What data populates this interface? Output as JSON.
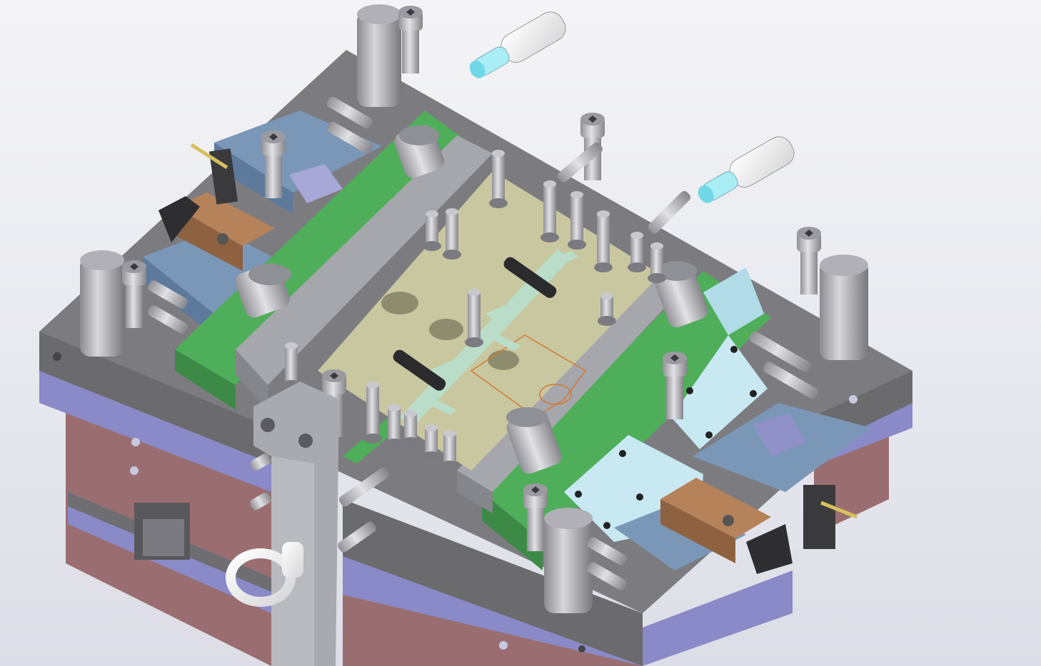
{
  "viewport": {
    "background_top": "#f4f4f6",
    "background_mid": "#e8e9ef",
    "background_bottom": "#dcdde6"
  },
  "colors": {
    "clamp_plate": "#6b6b6e",
    "clamp_plate_top": "#7c7c80",
    "plate_purple": "#8a8ac8",
    "plate_maroon": "#9a6e70",
    "plate_green": "#4fae5a",
    "cavity_insert": "#c9c7a0",
    "gray_block": "#a6a6ad",
    "blue_slide": "#7b97b8",
    "light_blue_block": "#c8e8f2",
    "copper_wedge": "#b5825a",
    "runner": "#b9ddc8",
    "part_outline": "#d07a30",
    "cyan_tip": "#70d8e6",
    "pin_white": "#f1f1f1"
  },
  "model": {
    "name": "injection-mold-assembly",
    "components": [
      "top-clamp-plate",
      "guide-pillar",
      "socket-head-cap-screw",
      "cooling-nipple",
      "slide-core",
      "wedge-lock",
      "angle-pin",
      "cavity-insert",
      "runner-system",
      "core-pin",
      "ejector-plate",
      "eye-bolt",
      "locating-pin"
    ]
  }
}
